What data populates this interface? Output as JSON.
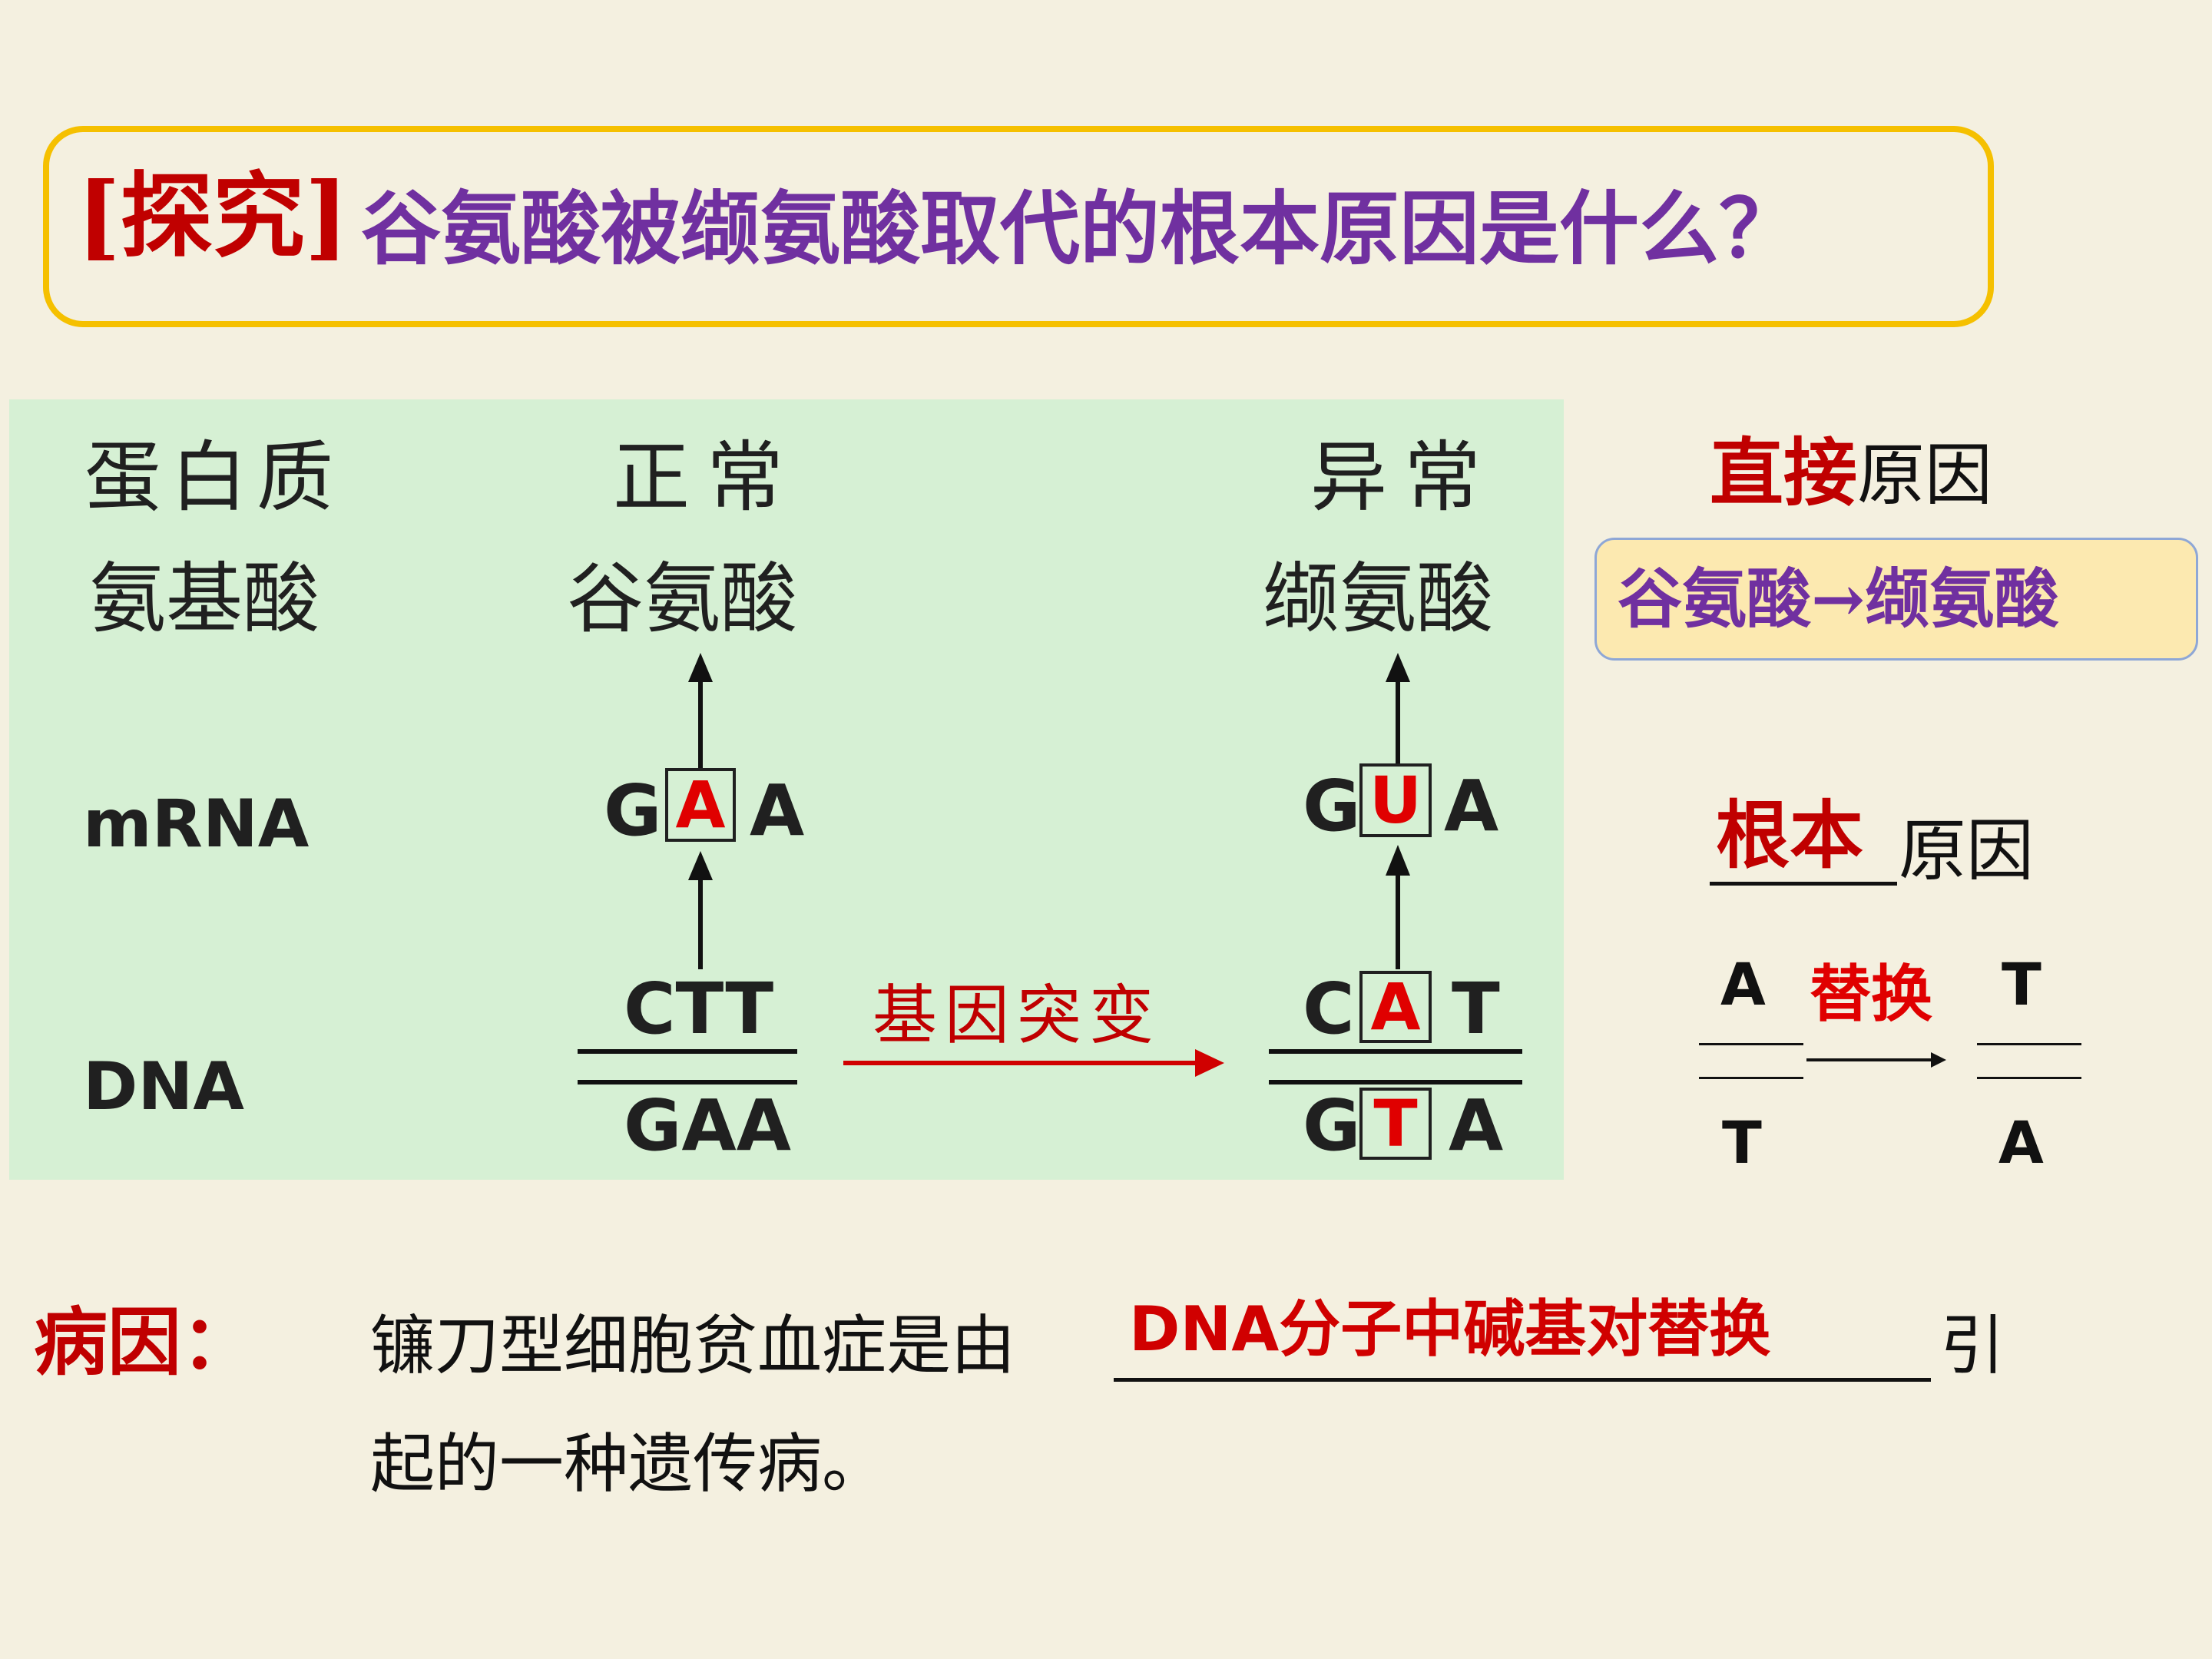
{
  "title": {
    "bracket_label": "[探究]",
    "question": "谷氨酸被缬氨酸取代的根本原因是什么？"
  },
  "diagram": {
    "row_labels": {
      "protein": "蛋白质",
      "amino_acid": "氨基酸",
      "mrna": "mRNA",
      "dna": "DNA"
    },
    "normal": {
      "heading": "正常",
      "amino_acid": "谷氨酸",
      "mrna": [
        "G",
        "A",
        "A"
      ],
      "dna_top": "CTT",
      "dna_bottom": "GAA"
    },
    "abnormal": {
      "heading": "异常",
      "amino_acid": "缬氨酸",
      "mrna": [
        "G",
        "U",
        "A"
      ],
      "dna_top": [
        "C",
        "A",
        "T"
      ],
      "dna_bottom": [
        "G",
        "T",
        "A"
      ]
    },
    "mutation_label": "基因突变"
  },
  "causes": {
    "direct_head": "直接",
    "direct_tail": "原因",
    "direct_content": "谷氨酸→缬氨酸",
    "root_head": "根本",
    "root_tail": "原因",
    "replacement": {
      "left_top": "A",
      "left_bottom": "T",
      "label": "替换",
      "right_top": "T",
      "right_bottom": "A"
    }
  },
  "bottom": {
    "label": "病因：",
    "line1_before": "镰刀型细胞贫血症是由",
    "answer_dna": "DNA",
    "answer_rest": "分子中碱基对替换",
    "line1_after": "引",
    "line2": "起的一种遗传病。"
  },
  "colors": {
    "accent_red": "#c00000",
    "purple": "#7030a0",
    "title_border": "#f5c000",
    "panel_green": "#d6f0d4",
    "direct_box_fill": "#fce9b0"
  }
}
